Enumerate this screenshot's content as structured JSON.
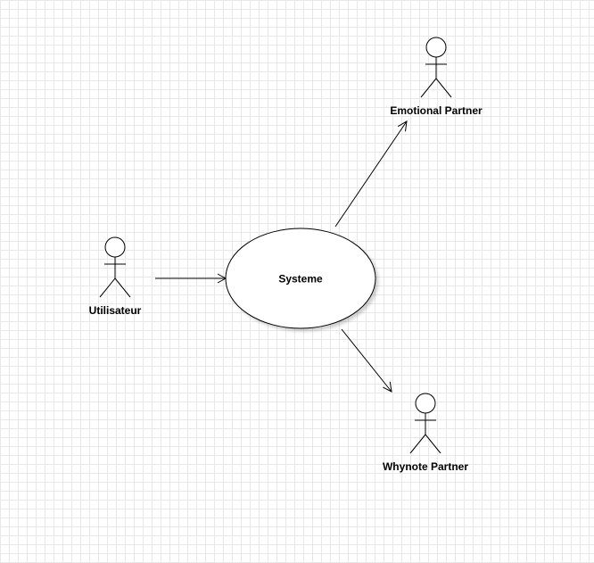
{
  "diagram": {
    "system": {
      "label": "Systeme"
    },
    "actors": {
      "utilisateur": {
        "label": "Utilisateur"
      },
      "emotional": {
        "label": "Emotional Partner"
      },
      "whynote": {
        "label": "Whynote Partner"
      }
    }
  }
}
